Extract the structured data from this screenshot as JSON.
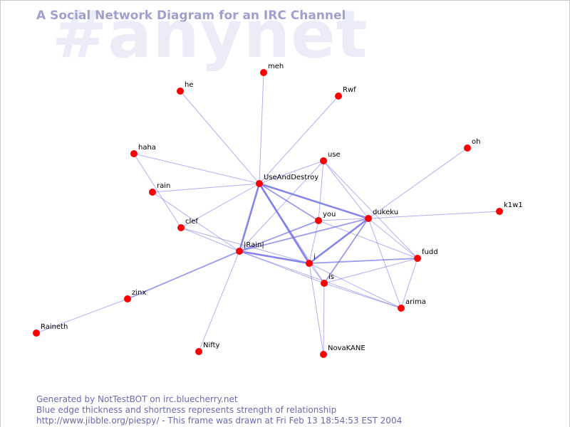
{
  "watermark": "#anynet",
  "title": "A Social Network Diagram for an IRC Channel",
  "footer": {
    "generated": "Generated by NotTestBOT on irc.bluecherry.net",
    "legend": "Blue edge thickness and shortness represents strength of relationship",
    "credit": "http://www.jibble.org/piespy/ - This frame was drawn at Fri Feb 13 18:54:53 EST 2004"
  },
  "colors": {
    "node": "#ff0000",
    "edge": "#7070e8",
    "title": "#a0a0d0",
    "footer": "#6a6ab0",
    "watermark": "#ececf9"
  },
  "nodes": [
    "meh",
    "he",
    "Rwf",
    "haha",
    "use",
    "oh",
    "UseAndDestroy",
    "rain",
    "k1w1",
    "you",
    "dukeku",
    "clef",
    "|Rain|",
    "fudd",
    "i",
    "is",
    "arima",
    "zinx",
    "Raineth",
    "Nifty",
    "NovaKANE"
  ],
  "edges": [
    {
      "source": "meh",
      "target": "UseAndDestroy",
      "strength": 1
    },
    {
      "source": "he",
      "target": "UseAndDestroy",
      "strength": 1
    },
    {
      "source": "Rwf",
      "target": "UseAndDestroy",
      "strength": 1
    },
    {
      "source": "haha",
      "target": "UseAndDestroy",
      "strength": 1
    },
    {
      "source": "haha",
      "target": "clef",
      "strength": 1
    },
    {
      "source": "rain",
      "target": "UseAndDestroy",
      "strength": 1
    },
    {
      "source": "rain",
      "target": "|Rain|",
      "strength": 1
    },
    {
      "source": "clef",
      "target": "UseAndDestroy",
      "strength": 1
    },
    {
      "source": "clef",
      "target": "|Rain|",
      "strength": 1
    },
    {
      "source": "clef",
      "target": "i",
      "strength": 1
    },
    {
      "source": "UseAndDestroy",
      "target": "use",
      "strength": 1
    },
    {
      "source": "UseAndDestroy",
      "target": "dukeku",
      "strength": 3
    },
    {
      "source": "UseAndDestroy",
      "target": "|Rain|",
      "strength": 3
    },
    {
      "source": "UseAndDestroy",
      "target": "i",
      "strength": 3
    },
    {
      "source": "UseAndDestroy",
      "target": "you",
      "strength": 2
    },
    {
      "source": "UseAndDestroy",
      "target": "is",
      "strength": 1
    },
    {
      "source": "use",
      "target": "|Rain|",
      "strength": 1
    },
    {
      "source": "use",
      "target": "you",
      "strength": 1
    },
    {
      "source": "use",
      "target": "dukeku",
      "strength": 1
    },
    {
      "source": "use",
      "target": "fudd",
      "strength": 1
    },
    {
      "source": "oh",
      "target": "dukeku",
      "strength": 1
    },
    {
      "source": "k1w1",
      "target": "dukeku",
      "strength": 1
    },
    {
      "source": "you",
      "target": "dukeku",
      "strength": 1
    },
    {
      "source": "you",
      "target": "|Rain|",
      "strength": 2
    },
    {
      "source": "you",
      "target": "i",
      "strength": 1
    },
    {
      "source": "you",
      "target": "fudd",
      "strength": 1
    },
    {
      "source": "dukeku",
      "target": "|Rain|",
      "strength": 2
    },
    {
      "source": "dukeku",
      "target": "i",
      "strength": 3
    },
    {
      "source": "dukeku",
      "target": "is",
      "strength": 2
    },
    {
      "source": "dukeku",
      "target": "fudd",
      "strength": 1
    },
    {
      "source": "dukeku",
      "target": "arima",
      "strength": 1
    },
    {
      "source": "|Rain|",
      "target": "i",
      "strength": 3
    },
    {
      "source": "|Rain|",
      "target": "is",
      "strength": 1
    },
    {
      "source": "|Rain|",
      "target": "zinx",
      "strength": 2
    },
    {
      "source": "|Rain|",
      "target": "Nifty",
      "strength": 1
    },
    {
      "source": "|Rain|",
      "target": "arima",
      "strength": 1
    },
    {
      "source": "i",
      "target": "fudd",
      "strength": 2
    },
    {
      "source": "i",
      "target": "is",
      "strength": 1
    },
    {
      "source": "i",
      "target": "NovaKANE",
      "strength": 1
    },
    {
      "source": "i",
      "target": "arima",
      "strength": 1
    },
    {
      "source": "is",
      "target": "NovaKANE",
      "strength": 1
    },
    {
      "source": "is",
      "target": "fudd",
      "strength": 1
    },
    {
      "source": "is",
      "target": "arima",
      "strength": 1
    },
    {
      "source": "fudd",
      "target": "arima",
      "strength": 1
    },
    {
      "source": "zinx",
      "target": "Raineth",
      "strength": 1
    }
  ]
}
